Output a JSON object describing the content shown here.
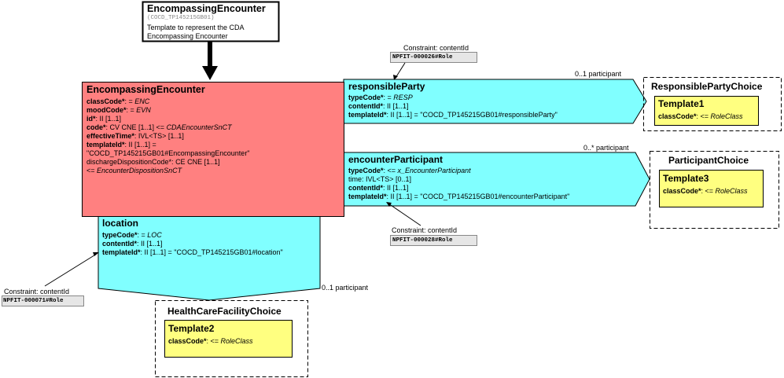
{
  "header_box": {
    "title": "EncompassingEncounter",
    "code": "(COCD_TP145215GB01)",
    "desc1": "Template to represent the CDA",
    "desc2": "Encompassing Encounter"
  },
  "encounter": {
    "title": "EncompassingEncounter",
    "lines": [
      {
        "k": "classCode*",
        "v": ": = ",
        "e": "ENC"
      },
      {
        "k": "moodCode*",
        "v": ": = ",
        "e": "EVN"
      },
      {
        "k": "id*",
        "v": ": II [1..1]",
        "e": ""
      },
      {
        "k": "code*",
        "v": ": CV CNE [1..1] <= ",
        "e": "CDAEncounterSnCT"
      },
      {
        "k": "effectiveTime*",
        "v": ": IVL<TS> [1..1]",
        "e": ""
      },
      {
        "k": "templateId*",
        "v": ": II [1..1] =",
        "e": ""
      }
    ],
    "template_value": "\"COCD_TP145215GB01#EncompassingEncounter\"",
    "discharge": "dischargeDispositionCode*: CE CNE [1..1]",
    "discharge_vs_prefix": " <= ",
    "discharge_vs": "EncounterDispositionSnCT"
  },
  "responsible": {
    "title": "responsibleParty",
    "typeCode_k": "typeCode*",
    "typeCode_v": ": = ",
    "typeCode_e": "RESP",
    "contentId_k": "contentId*",
    "contentId_v": ": II [1..1]",
    "templateId_k": "templateId*",
    "templateId_v": ": II [1..1] = \"COCD_TP145215GB01#responsibleParty\"",
    "cardinality": "0..1 participant"
  },
  "participant": {
    "title": "encounterParticipant",
    "typeCode_k": "typeCode*",
    "typeCode_v": ": <= ",
    "typeCode_e": "x_EncounterParticipant",
    "time": "time: IVL<TS> [0..1]",
    "contentId_k": "contentId*",
    "contentId_v": ": II [1..1]",
    "templateId_k": "templateId*",
    "templateId_v": ": II [1..1] = \"COCD_TP145215GB01#encounterParticipant\"",
    "cardinality": "0..* participant"
  },
  "location": {
    "title": "location",
    "typeCode_k": "typeCode*",
    "typeCode_v": ": = ",
    "typeCode_e": "LOC",
    "contentId_k": "contentId*",
    "contentId_v": ": II [1..1]",
    "templateId_k": "templateId*",
    "templateId_v": ": II [1..1] = \"COCD_TP145215GB01#location\"",
    "cardinality": "0..1 participant"
  },
  "choices": {
    "responsible": {
      "title": "ResponsiblePartyChoice",
      "tpl": "Template1",
      "cls_k": "classCode*",
      "cls_v": ": <= ",
      "cls_e": "RoleClass"
    },
    "participant": {
      "title": "ParticipantChoice",
      "tpl": "Template3",
      "cls_k": "classCode*",
      "cls_v": ": <= ",
      "cls_e": "RoleClass"
    },
    "healthcare": {
      "title": "HealthCareFacilityChoice",
      "tpl": "Template2",
      "cls_k": "classCode*",
      "cls_v": ": <= ",
      "cls_e": "RoleClass"
    }
  },
  "constraints": {
    "c1": {
      "label": "Constraint: contentId",
      "code": "NPFIT-000026#Role"
    },
    "c2": {
      "label": "Constraint: contentId",
      "code": "NPFIT-000028#Role"
    },
    "c3": {
      "label": "Constraint: contentId",
      "code": "NPFIT-000071#Role"
    }
  },
  "colors": {
    "encounter": "#ff8080",
    "act": "#80ffff",
    "template": "#ffff80"
  }
}
